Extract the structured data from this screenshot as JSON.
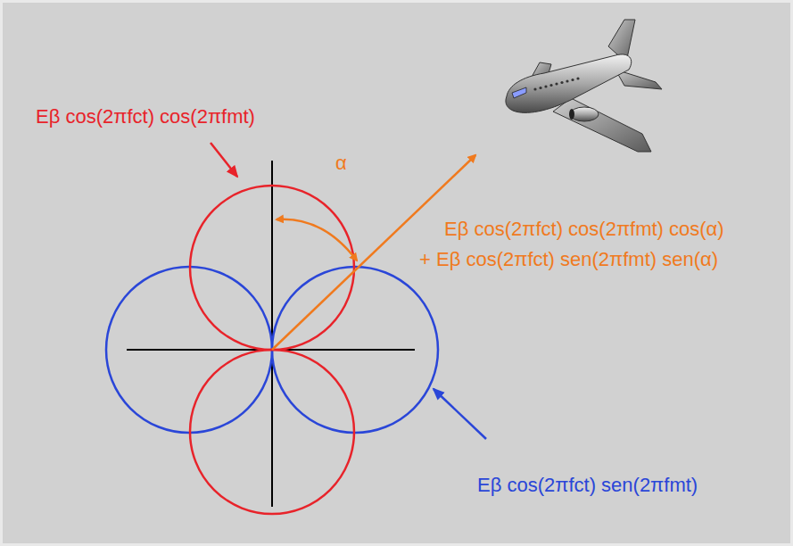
{
  "diagram": {
    "labels": [
      "Eβ cos(2πfct) cos(2πfmt)",
      "α",
      "Eβ cos(2πfct) cos(2πfmt) cos(α)",
      "+ Eβ cos(2πfct) sen(2πfmt) sen(α)",
      "Eβ cos(2πfct) sen(2πfmt)"
    ]
  }
}
